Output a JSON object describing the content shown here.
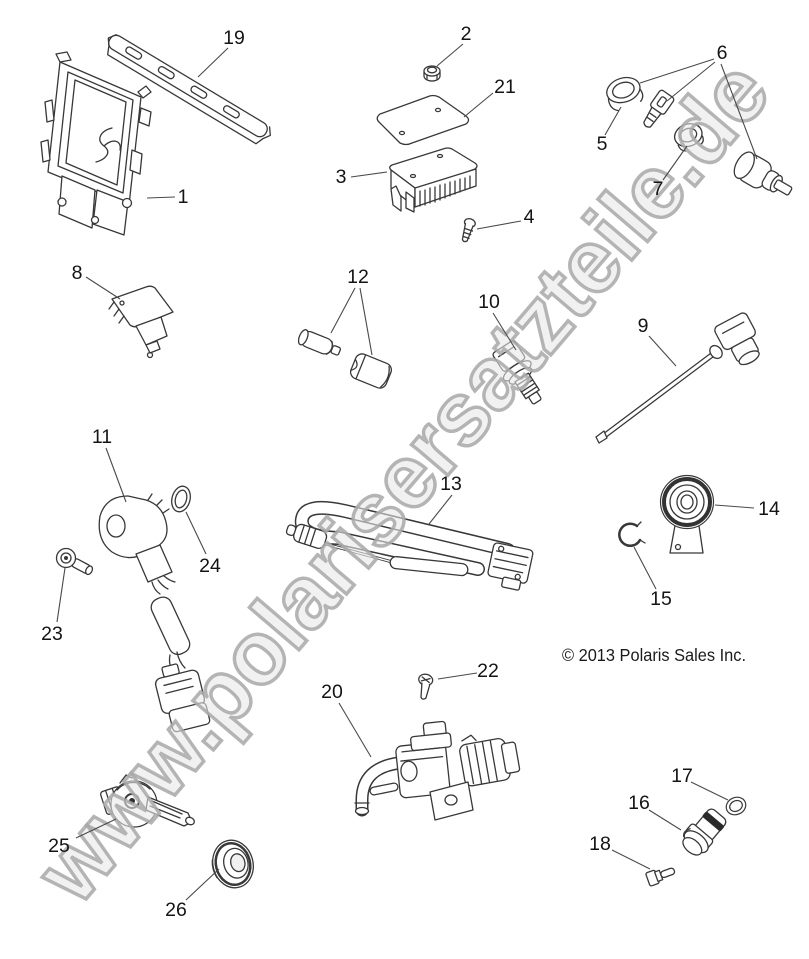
{
  "diagram": {
    "kind": "exploded-parts-diagram",
    "copyright": "© 2013 Polaris Sales Inc.",
    "watermark": {
      "text": "www.polarisersatzteile.de",
      "outline_color": "#a8a8a8",
      "fill_color": "#e7e7e7"
    },
    "colors": {
      "background": "#ffffff",
      "line_art": "#383838",
      "leader_line": "#4a4a4a",
      "callout_text": "#141414"
    },
    "callouts": [
      {
        "ref": "1",
        "part": "ecu-control-module"
      },
      {
        "ref": "2",
        "part": "flange-nut"
      },
      {
        "ref": "3",
        "part": "voltage-regulator"
      },
      {
        "ref": "4",
        "part": "screw"
      },
      {
        "ref": "5",
        "part": "ignition-switch-cap"
      },
      {
        "ref": "6",
        "part": "ignition-switch-kit"
      },
      {
        "ref": "7",
        "part": "ignition-switch-nut"
      },
      {
        "ref": "8",
        "part": "map-sensor"
      },
      {
        "ref": "9",
        "part": "angled-probe-sensor"
      },
      {
        "ref": "10",
        "part": "coolant-temperature-sensor"
      },
      {
        "ref": "11",
        "part": "crankshaft-position-sensor"
      },
      {
        "ref": "12",
        "part": "terminal-boot-pair"
      },
      {
        "ref": "13",
        "part": "sensor-wire-harness"
      },
      {
        "ref": "14",
        "part": "speedometer-sensor"
      },
      {
        "ref": "15",
        "part": "retaining-clip"
      },
      {
        "ref": "16",
        "part": "oil-pressure-switch"
      },
      {
        "ref": "17",
        "part": "o-ring"
      },
      {
        "ref": "18",
        "part": "bolt"
      },
      {
        "ref": "19",
        "part": "mounting-bracket-strap"
      },
      {
        "ref": "20",
        "part": "solenoid-valve-assembly"
      },
      {
        "ref": "21",
        "part": "mounting-pad"
      },
      {
        "ref": "22",
        "part": "screw"
      },
      {
        "ref": "23",
        "part": "bolt"
      },
      {
        "ref": "24",
        "part": "o-ring"
      },
      {
        "ref": "25",
        "part": "sensor-bulb"
      },
      {
        "ref": "26",
        "part": "rubber-grommet"
      }
    ]
  }
}
